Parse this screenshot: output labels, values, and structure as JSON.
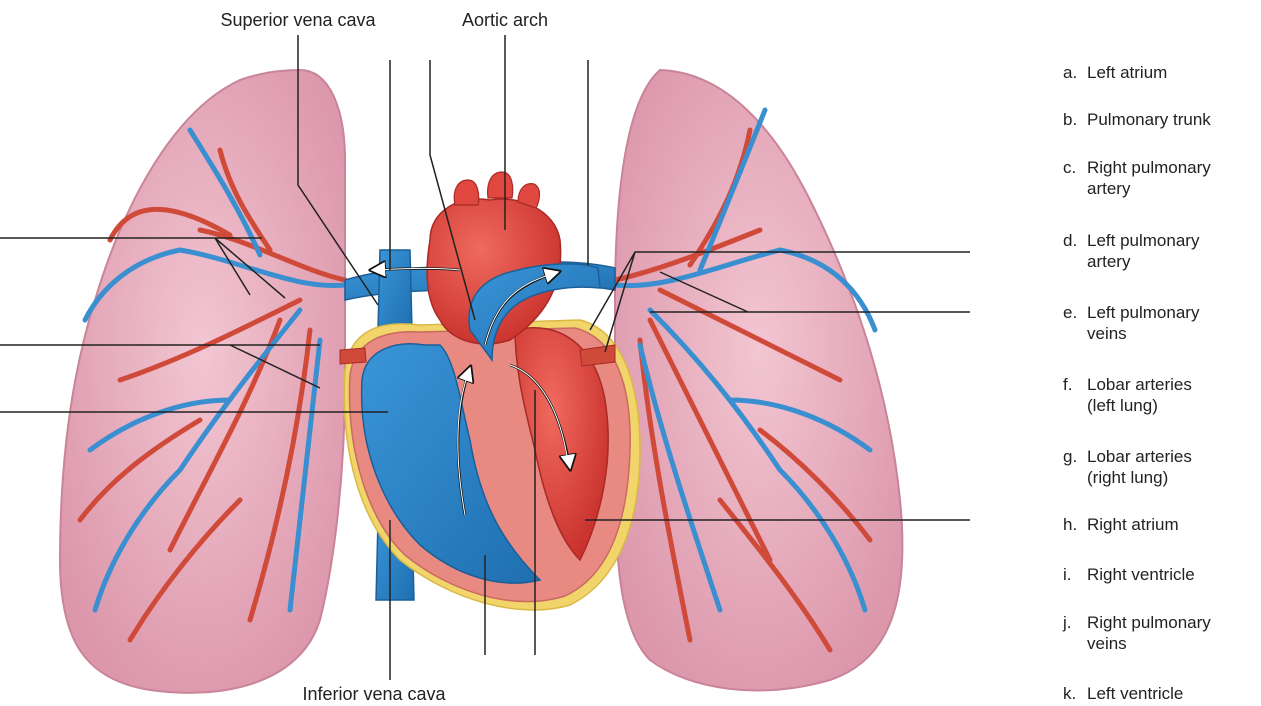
{
  "colors": {
    "lung_fill": "#ecb4c4",
    "lung_edge": "#c9849a",
    "vein_blue": "#2b82c8",
    "artery_red": "#d04a3a",
    "heart_red": "#d63a34",
    "myocardium": "#e98a82",
    "fat_yellow": "#f2d56a",
    "leader_line": "#222222"
  },
  "labels": {
    "superior_vena_cava": "Superior vena cava",
    "aortic_arch": "Aortic arch",
    "inferior_vena_cava": "Inferior vena cava"
  },
  "key": [
    {
      "letter": "a.",
      "lines": [
        "Left atrium"
      ]
    },
    {
      "letter": "b.",
      "lines": [
        "Pulmonary trunk"
      ]
    },
    {
      "letter": "c.",
      "lines": [
        "Right pulmonary",
        "artery"
      ]
    },
    {
      "letter": "d.",
      "lines": [
        "Left pulmonary",
        "artery"
      ]
    },
    {
      "letter": "e.",
      "lines": [
        "Left pulmonary",
        "veins"
      ]
    },
    {
      "letter": "f.",
      "lines": [
        "Lobar arteries",
        "(left lung)"
      ]
    },
    {
      "letter": "g.",
      "lines": [
        "Lobar arteries",
        "(right lung)"
      ]
    },
    {
      "letter": "h.",
      "lines": [
        "Right atrium"
      ]
    },
    {
      "letter": "i.",
      "lines": [
        "Right ventricle"
      ]
    },
    {
      "letter": "j.",
      "lines": [
        "Right pulmonary",
        "veins"
      ]
    },
    {
      "letter": "k.",
      "lines": [
        "Left ventricle"
      ]
    }
  ]
}
